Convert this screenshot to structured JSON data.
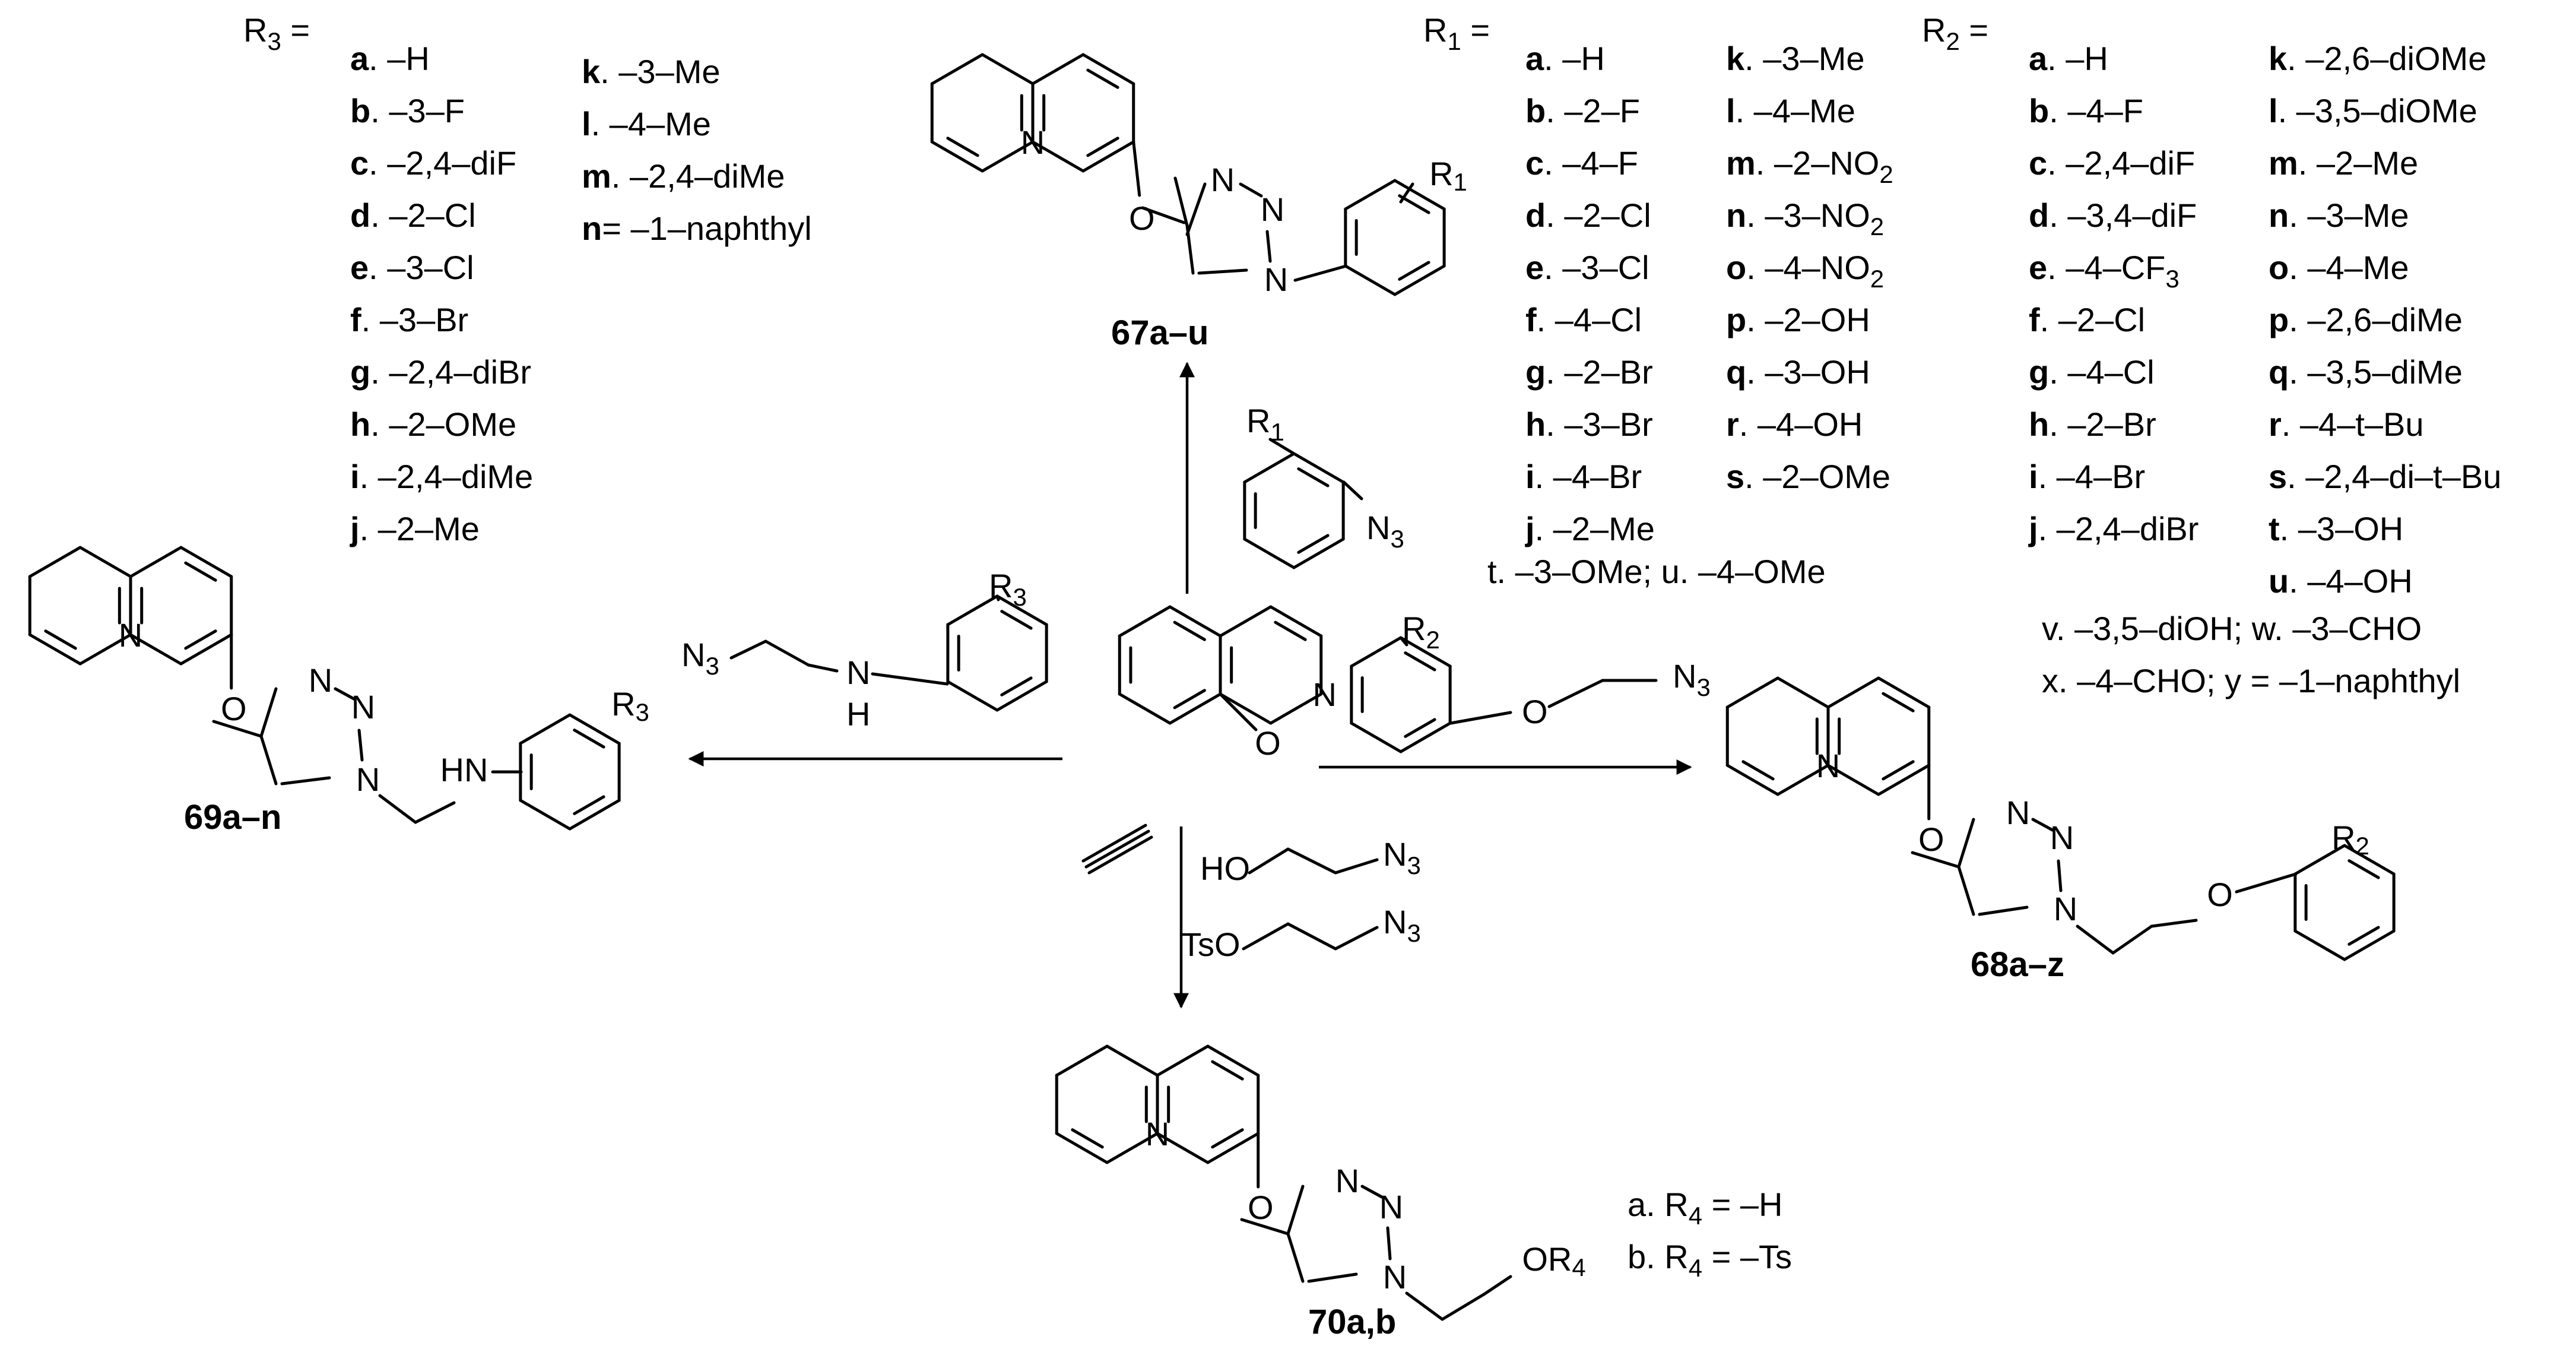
{
  "r3_header": "R3 =",
  "r3_items": [
    {
      "key": "a",
      "sep": ". ",
      "value": "–H"
    },
    {
      "key": "b",
      "sep": ". ",
      "value": "–3–F"
    },
    {
      "key": "c",
      "sep": ". ",
      "value": "–2,4–diF"
    },
    {
      "key": "d",
      "sep": ". ",
      "value": "–2–Cl"
    },
    {
      "key": "e",
      "sep": ". ",
      "value": "–3–Cl"
    },
    {
      "key": "f",
      "sep": ". ",
      "value": "–3–Br"
    },
    {
      "key": "g",
      "sep": ". ",
      "value": "–2,4–diBr"
    },
    {
      "key": "h",
      "sep": ". ",
      "value": "–2–OMe"
    },
    {
      "key": "i",
      "sep": ". ",
      "value": "–2,4–diMe"
    },
    {
      "key": "j",
      "sep": ". ",
      "value": "–2–Me"
    },
    {
      "key": "k",
      "sep": ". ",
      "value": "–3–Me"
    },
    {
      "key": "l",
      "sep": ". ",
      "value": "–4–Me"
    },
    {
      "key": "m",
      "sep": ". ",
      "value": "–2,4–diMe"
    },
    {
      "key": "n",
      "sep": "= ",
      "value": "–1–naphthyl"
    }
  ],
  "r1_header": "R1 =",
  "r1_items": [
    {
      "key": "a",
      "sep": ". ",
      "value": "–H"
    },
    {
      "key": "b",
      "sep": ". ",
      "value": "–2–F"
    },
    {
      "key": "c",
      "sep": ". ",
      "value": "–4–F"
    },
    {
      "key": "d",
      "sep": ". ",
      "value": "–2–Cl"
    },
    {
      "key": "e",
      "sep": ". ",
      "value": "–3–Cl"
    },
    {
      "key": "f",
      "sep": ". ",
      "value": "–4–Cl"
    },
    {
      "key": "g",
      "sep": ". ",
      "value": "–2–Br"
    },
    {
      "key": "h",
      "sep": ". ",
      "value": "–3–Br"
    },
    {
      "key": "i",
      "sep": ". ",
      "value": "–4–Br"
    },
    {
      "key": "j",
      "sep": ". ",
      "value": "–2–Me"
    },
    {
      "key": "k",
      "sep": ". ",
      "value": "–3–Me"
    },
    {
      "key": "l",
      "sep": ". ",
      "value": "–4–Me"
    },
    {
      "key": "m",
      "sep": ". ",
      "value": "–2–NO2"
    },
    {
      "key": "n",
      "sep": ". ",
      "value": "–3–NO2"
    },
    {
      "key": "o",
      "sep": ". ",
      "value": "–4–NO2"
    },
    {
      "key": "p",
      "sep": ". ",
      "value": "–2–OH"
    },
    {
      "key": "q",
      "sep": ". ",
      "value": "–3–OH"
    },
    {
      "key": "r",
      "sep": ". ",
      "value": "–4–OH"
    },
    {
      "key": "s",
      "sep": ". ",
      "value": "–2–OMe"
    }
  ],
  "r1_extra": "t. –3–OMe; u. –4–OMe",
  "r2_header": "R2 =",
  "r2_items": [
    {
      "key": "a",
      "sep": ". ",
      "value": "–H"
    },
    {
      "key": "b",
      "sep": ". ",
      "value": "–4–F"
    },
    {
      "key": "c",
      "sep": ". ",
      "value": "–2,4–diF"
    },
    {
      "key": "d",
      "sep": ". ",
      "value": "–3,4–diF"
    },
    {
      "key": "e",
      "sep": ". ",
      "value": "–4–CF3"
    },
    {
      "key": "f",
      "sep": ". ",
      "value": "–2–Cl"
    },
    {
      "key": "g",
      "sep": ". ",
      "value": "–4–Cl"
    },
    {
      "key": "h",
      "sep": ". ",
      "value": "–2–Br"
    },
    {
      "key": "i",
      "sep": ". ",
      "value": "–4–Br"
    },
    {
      "key": "j",
      "sep": ". ",
      "value": "–2,4–diBr"
    },
    {
      "key": "k",
      "sep": ". ",
      "value": "–2,6–diOMe"
    },
    {
      "key": "l",
      "sep": ". ",
      "value": "–3,5–diOMe"
    },
    {
      "key": "m",
      "sep": ". ",
      "value": "–2–Me"
    },
    {
      "key": "n",
      "sep": ". ",
      "value": "–3–Me"
    },
    {
      "key": "o",
      "sep": ". ",
      "value": "–4–Me"
    },
    {
      "key": "p",
      "sep": ". ",
      "value": "–2,6–diMe"
    },
    {
      "key": "q",
      "sep": ". ",
      "value": "–3,5–diMe"
    },
    {
      "key": "r",
      "sep": ". ",
      "value": "–4–t–Bu"
    },
    {
      "key": "s",
      "sep": ". ",
      "value": "–2,4–di–t–Bu"
    },
    {
      "key": "t",
      "sep": ". ",
      "value": "–3–OH"
    },
    {
      "key": "u",
      "sep": ". ",
      "value": "–4–OH"
    }
  ],
  "r2_extra": [
    "v. –3,5–diOH; w. –3–CHO",
    "x. –4–CHO; y = –1–naphthyl"
  ],
  "r4_items": [
    "a. R4 = –H",
    "b. R4 = –Ts"
  ],
  "compounds": {
    "c67": "67a–u",
    "c68": "68a–z",
    "c69": "69a–n",
    "c70": "70a,b"
  },
  "reagents": {
    "up": {
      "sub": "R1",
      "azide": "N3"
    },
    "left": {
      "n3": "N3",
      "nh": "N",
      "h": "H",
      "sub": "R3"
    },
    "right": {
      "sub": "R2",
      "o": "O",
      "n3": "N3"
    },
    "down1": {
      "ho": "HO",
      "n3": "N3"
    },
    "down2": {
      "tso": "TsO",
      "n3": "N3"
    }
  },
  "atoms": {
    "quinoline_n": "N",
    "ether_o": "O",
    "triazole_n1": "N",
    "triazole_n2": "N",
    "triazole_n3": "N",
    "hn": "HN",
    "o_phenoxy": "O",
    "or4": "OR4",
    "sub_r1": "R1",
    "sub_r2": "R2",
    "sub_r3": "R3"
  }
}
